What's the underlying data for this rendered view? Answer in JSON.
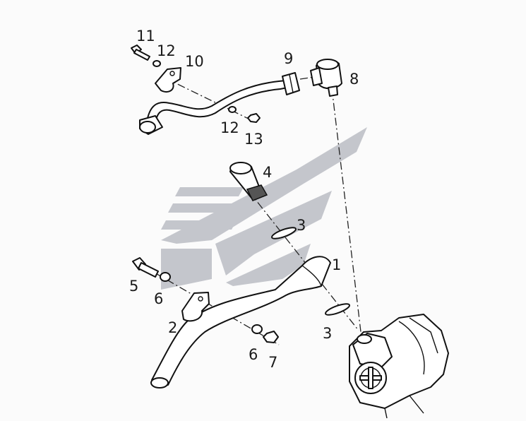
{
  "diagram": {
    "type": "exploded-parts-view",
    "callouts": [
      {
        "id": "c1",
        "text": "1"
      },
      {
        "id": "c2",
        "text": "2"
      },
      {
        "id": "c3a",
        "text": "3"
      },
      {
        "id": "c3b",
        "text": "3"
      },
      {
        "id": "c4",
        "text": "4"
      },
      {
        "id": "c5",
        "text": "5"
      },
      {
        "id": "c6a",
        "text": "6"
      },
      {
        "id": "c6b",
        "text": "6"
      },
      {
        "id": "c7",
        "text": "7"
      },
      {
        "id": "c8",
        "text": "8"
      },
      {
        "id": "c9",
        "text": "9"
      },
      {
        "id": "c10",
        "text": "10"
      },
      {
        "id": "c11",
        "text": "11"
      },
      {
        "id": "c12a",
        "text": "12"
      },
      {
        "id": "c12b",
        "text": "12"
      },
      {
        "id": "c13",
        "text": "13"
      }
    ],
    "colors": {
      "line": "#111111",
      "watermark": "#c4c6cc",
      "background": "#fbfbfb"
    }
  }
}
